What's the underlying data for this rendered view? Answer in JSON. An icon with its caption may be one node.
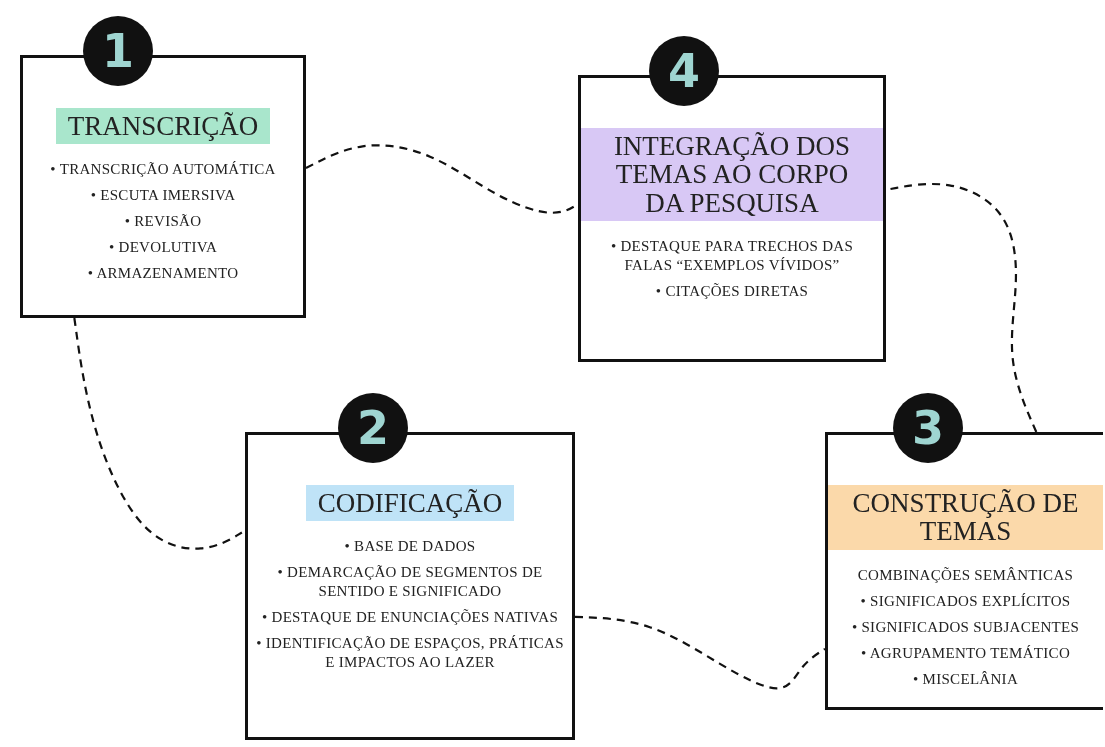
{
  "diagram": {
    "nodes": [
      {
        "text": [
          "TRANSCRIÇÃO",
          "• TRANSCRIÇÃO AUTOMÁTICA",
          "• ESCUTA IMERSIVA",
          "• REVISÃO",
          "• DEVOLUTIVA",
          "• ARMAZENAMENTO"
        ],
        "beside": [
          "1"
        ]
      },
      {
        "text": [
          "CODIFICAÇÃO",
          "• BASE DE DADOS",
          "• DEMARCAÇÃO DE SEGMENTOS DE SENTIDO E SIGNIFICADO",
          "• DESTAQUE DE ENUNCIAÇÕES NATIVAS",
          "• IDENTIFICAÇÃO DE ESPAÇOS, PRÁTICAS E IMPACTOS AO LAZER"
        ],
        "beside": [
          "2"
        ]
      },
      {
        "text": [
          "CONSTRUÇÃO DE TEMAS",
          "COMBINAÇÕES SEMÂNTICAS",
          "• SIGNIFICADOS EXPLÍCITOS",
          "• SIGNIFICADOS SUBJACENTES",
          "• AGRUPAMENTO TEMÁTICO",
          "• MISCELÂNIA"
        ],
        "beside": [
          "3"
        ]
      },
      {
        "text": [
          "INTEGRAÇÃO DOS TEMAS AO CORPO DA PESQUISA",
          "• DESTAQUE PARA TRECHOS DAS FALAS “EXEMPLOS VÍVIDOS”",
          "• CITAÇÕES DIRETAS"
        ],
        "beside": [
          "4"
        ]
      }
    ],
    "edges": [
      {
        "from": 0,
        "to": 1,
        "arrow": "none",
        "style": "dashed"
      },
      {
        "from": 1,
        "to": 2,
        "arrow": "none",
        "style": "dashed"
      },
      {
        "from": 2,
        "to": 3,
        "arrow": "none",
        "style": "dashed"
      },
      {
        "from": 0,
        "to": 3,
        "arrow": "none",
        "style": "dashed"
      }
    ]
  }
}
